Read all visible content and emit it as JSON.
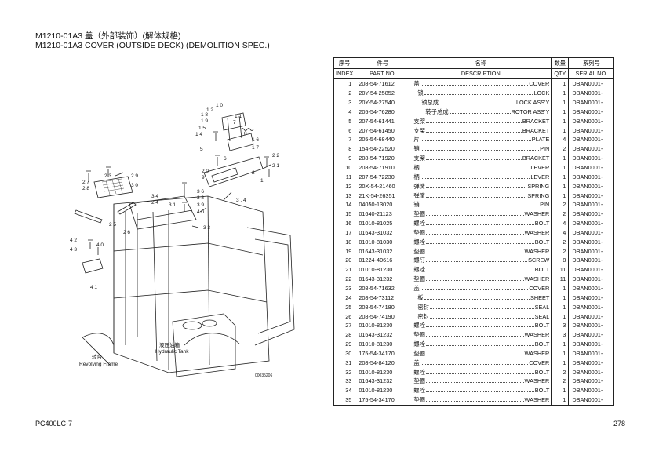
{
  "header": {
    "line1": "M1210-01A3 盖（外部装饰）(解体规格)",
    "line2": "M1210-01A3 COVER (OUTSIDE DECK) (DEMOLITION SPEC.)"
  },
  "table": {
    "headers_cn": [
      "序号",
      "件号",
      "名称",
      "数量",
      "系列号"
    ],
    "headers_en": [
      "INDEX",
      "PART NO.",
      "DESCRIPTION",
      "QTY",
      "SERIAL NO."
    ],
    "rows": [
      {
        "index": "1",
        "part_no": "208-54-71612",
        "cn": "盖",
        "en": "COVER",
        "qty": "1",
        "serial": "DBAN0001-",
        "indent": 0
      },
      {
        "index": "2",
        "part_no": "20Y-54-25852",
        "cn": "锁",
        "en": "LOCK",
        "qty": "1",
        "serial": "DBAN0001-",
        "indent": 1
      },
      {
        "index": "3",
        "part_no": "20Y-54-27540",
        "cn": "锁总成",
        "en": "LOCK ASS'Y",
        "qty": "1",
        "serial": "DBAN0001-",
        "indent": 2
      },
      {
        "index": "4",
        "part_no": "205-54-76280",
        "cn": "转子总成",
        "en": "ROTOR ASS'Y",
        "qty": "1",
        "serial": "DBAN0001-",
        "indent": 3
      },
      {
        "index": "5",
        "part_no": "207-54-61441",
        "cn": "支架",
        "en": "BRACKET",
        "qty": "1",
        "serial": "DBAN0001-",
        "indent": 0
      },
      {
        "index": "6",
        "part_no": "207-54-61450",
        "cn": "支架",
        "en": "BRACKET",
        "qty": "1",
        "serial": "DBAN0001-",
        "indent": 0
      },
      {
        "index": "7",
        "part_no": "205-54-68440",
        "cn": "片",
        "en": "PLATE",
        "qty": "4",
        "serial": "DBAN0001-",
        "indent": 0
      },
      {
        "index": "8",
        "part_no": "154-54-22520",
        "cn": "销",
        "en": "PIN",
        "qty": "2",
        "serial": "DBAN0001-",
        "indent": 0
      },
      {
        "index": "9",
        "part_no": "208-54-71920",
        "cn": "支架",
        "en": "BRACKET",
        "qty": "1",
        "serial": "DBAN0001-",
        "indent": 0
      },
      {
        "index": "10",
        "part_no": "208-54-71910",
        "cn": "柄",
        "en": "LEVER",
        "qty": "1",
        "serial": "DBAN0001-",
        "indent": 0
      },
      {
        "index": "11",
        "part_no": "207-54-72230",
        "cn": "柄",
        "en": "LEVER",
        "qty": "1",
        "serial": "DBAN0001-",
        "indent": 0
      },
      {
        "index": "12",
        "part_no": "20X-54-21460",
        "cn": "弹簧",
        "en": "SPRING",
        "qty": "1",
        "serial": "DBAN0001-",
        "indent": 0
      },
      {
        "index": "13",
        "part_no": "21K-54-26351",
        "cn": "弹簧",
        "en": "SPRING",
        "qty": "1",
        "serial": "DBAN0001-",
        "indent": 0
      },
      {
        "index": "14",
        "part_no": "04050-13020",
        "cn": "销",
        "en": "PIN",
        "qty": "2",
        "serial": "DBAN0001-",
        "indent": 0
      },
      {
        "index": "15",
        "part_no": "01640-21123",
        "cn": "垫圈",
        "en": "WASHER",
        "qty": "2",
        "serial": "DBAN0001-",
        "indent": 0
      },
      {
        "index": "16",
        "part_no": "01010-81025",
        "cn": "螺栓",
        "en": "BOLT",
        "qty": "4",
        "serial": "DBAN0001-",
        "indent": 0
      },
      {
        "index": "17",
        "part_no": "01643-31032",
        "cn": "垫圈",
        "en": "WASHER",
        "qty": "4",
        "serial": "DBAN0001-",
        "indent": 0
      },
      {
        "index": "18",
        "part_no": "01010-81030",
        "cn": "螺栓",
        "en": "BOLT",
        "qty": "2",
        "serial": "DBAN0001-",
        "indent": 0
      },
      {
        "index": "19",
        "part_no": "01643-31032",
        "cn": "垫圈",
        "en": "WASHER",
        "qty": "2",
        "serial": "DBAN0001-",
        "indent": 0
      },
      {
        "index": "20",
        "part_no": "01224-40616",
        "cn": "螺钉",
        "en": "SCREW",
        "qty": "8",
        "serial": "DBAN0001-",
        "indent": 0
      },
      {
        "index": "21",
        "part_no": "01010-81230",
        "cn": "螺栓",
        "en": "BOLT",
        "qty": "11",
        "serial": "DBAN0001-",
        "indent": 0
      },
      {
        "index": "22",
        "part_no": "01643-31232",
        "cn": "垫圈",
        "en": "WASHER",
        "qty": "11",
        "serial": "DBAN0001-",
        "indent": 0
      },
      {
        "index": "23",
        "part_no": "208-54-71632",
        "cn": "盖",
        "en": "COVER",
        "qty": "1",
        "serial": "DBAN0001-",
        "indent": 0
      },
      {
        "index": "24",
        "part_no": "208-54-73112",
        "cn": "板",
        "en": "SHEET",
        "qty": "1",
        "serial": "DBAN0001-",
        "indent": 1
      },
      {
        "index": "25",
        "part_no": "208-54-74180",
        "cn": "密封",
        "en": "SEAL",
        "qty": "1",
        "serial": "DBAN0001-",
        "indent": 1
      },
      {
        "index": "26",
        "part_no": "208-54-74190",
        "cn": "密封",
        "en": "SEAL",
        "qty": "1",
        "serial": "DBAN0001-",
        "indent": 1
      },
      {
        "index": "27",
        "part_no": "01010-81230",
        "cn": "螺栓",
        "en": "BOLT",
        "qty": "3",
        "serial": "DBAN0001-",
        "indent": 0
      },
      {
        "index": "28",
        "part_no": "01643-31232",
        "cn": "垫圈",
        "en": "WASHER",
        "qty": "3",
        "serial": "DBAN0001-",
        "indent": 0
      },
      {
        "index": "29",
        "part_no": "01010-81230",
        "cn": "螺栓",
        "en": "BOLT",
        "qty": "1",
        "serial": "DBAN0001-",
        "indent": 0
      },
      {
        "index": "30",
        "part_no": "175-54-34170",
        "cn": "垫圈",
        "en": "WASHER",
        "qty": "1",
        "serial": "DBAN0001-",
        "indent": 0
      },
      {
        "index": "31",
        "part_no": "208-54-84120",
        "cn": "盖",
        "en": "COVER",
        "qty": "1",
        "serial": "DBAN0001-",
        "indent": 0
      },
      {
        "index": "32",
        "part_no": "01010-81230",
        "cn": "螺栓",
        "en": "BOLT",
        "qty": "2",
        "serial": "DBAN0001-",
        "indent": 0
      },
      {
        "index": "33",
        "part_no": "01643-31232",
        "cn": "垫圈",
        "en": "WASHER",
        "qty": "2",
        "serial": "DBAN0001-",
        "indent": 0
      },
      {
        "index": "34",
        "part_no": "01010-81230",
        "cn": "螺栓",
        "en": "BOLT",
        "qty": "1",
        "serial": "DBAN0001-",
        "indent": 0
      },
      {
        "index": "35",
        "part_no": "175-54-34170",
        "cn": "垫圈",
        "en": "WASHER",
        "qty": "1",
        "serial": "DBAN0001-",
        "indent": 0
      }
    ]
  },
  "diagram": {
    "callouts": [
      "1",
      "2",
      "3, 4",
      "5",
      "6",
      "7",
      "8",
      "9",
      "10",
      "11",
      "12",
      "13",
      "14",
      "15",
      "16",
      "17",
      "18",
      "19",
      "20",
      "21",
      "22",
      "23",
      "24",
      "25",
      "26",
      "27",
      "28",
      "29",
      "30",
      "31",
      "33",
      "34",
      "36",
      "38",
      "39",
      "40",
      "41",
      "42",
      "43"
    ],
    "label_revolving_cn": "转台",
    "label_revolving_en": "Revolving Frame",
    "label_tank_cn": "液压油箱",
    "label_tank_en": "Hydraulic Tank",
    "drawing_code": "00035206"
  },
  "footer": {
    "model": "PC400LC-7",
    "page": "278"
  }
}
